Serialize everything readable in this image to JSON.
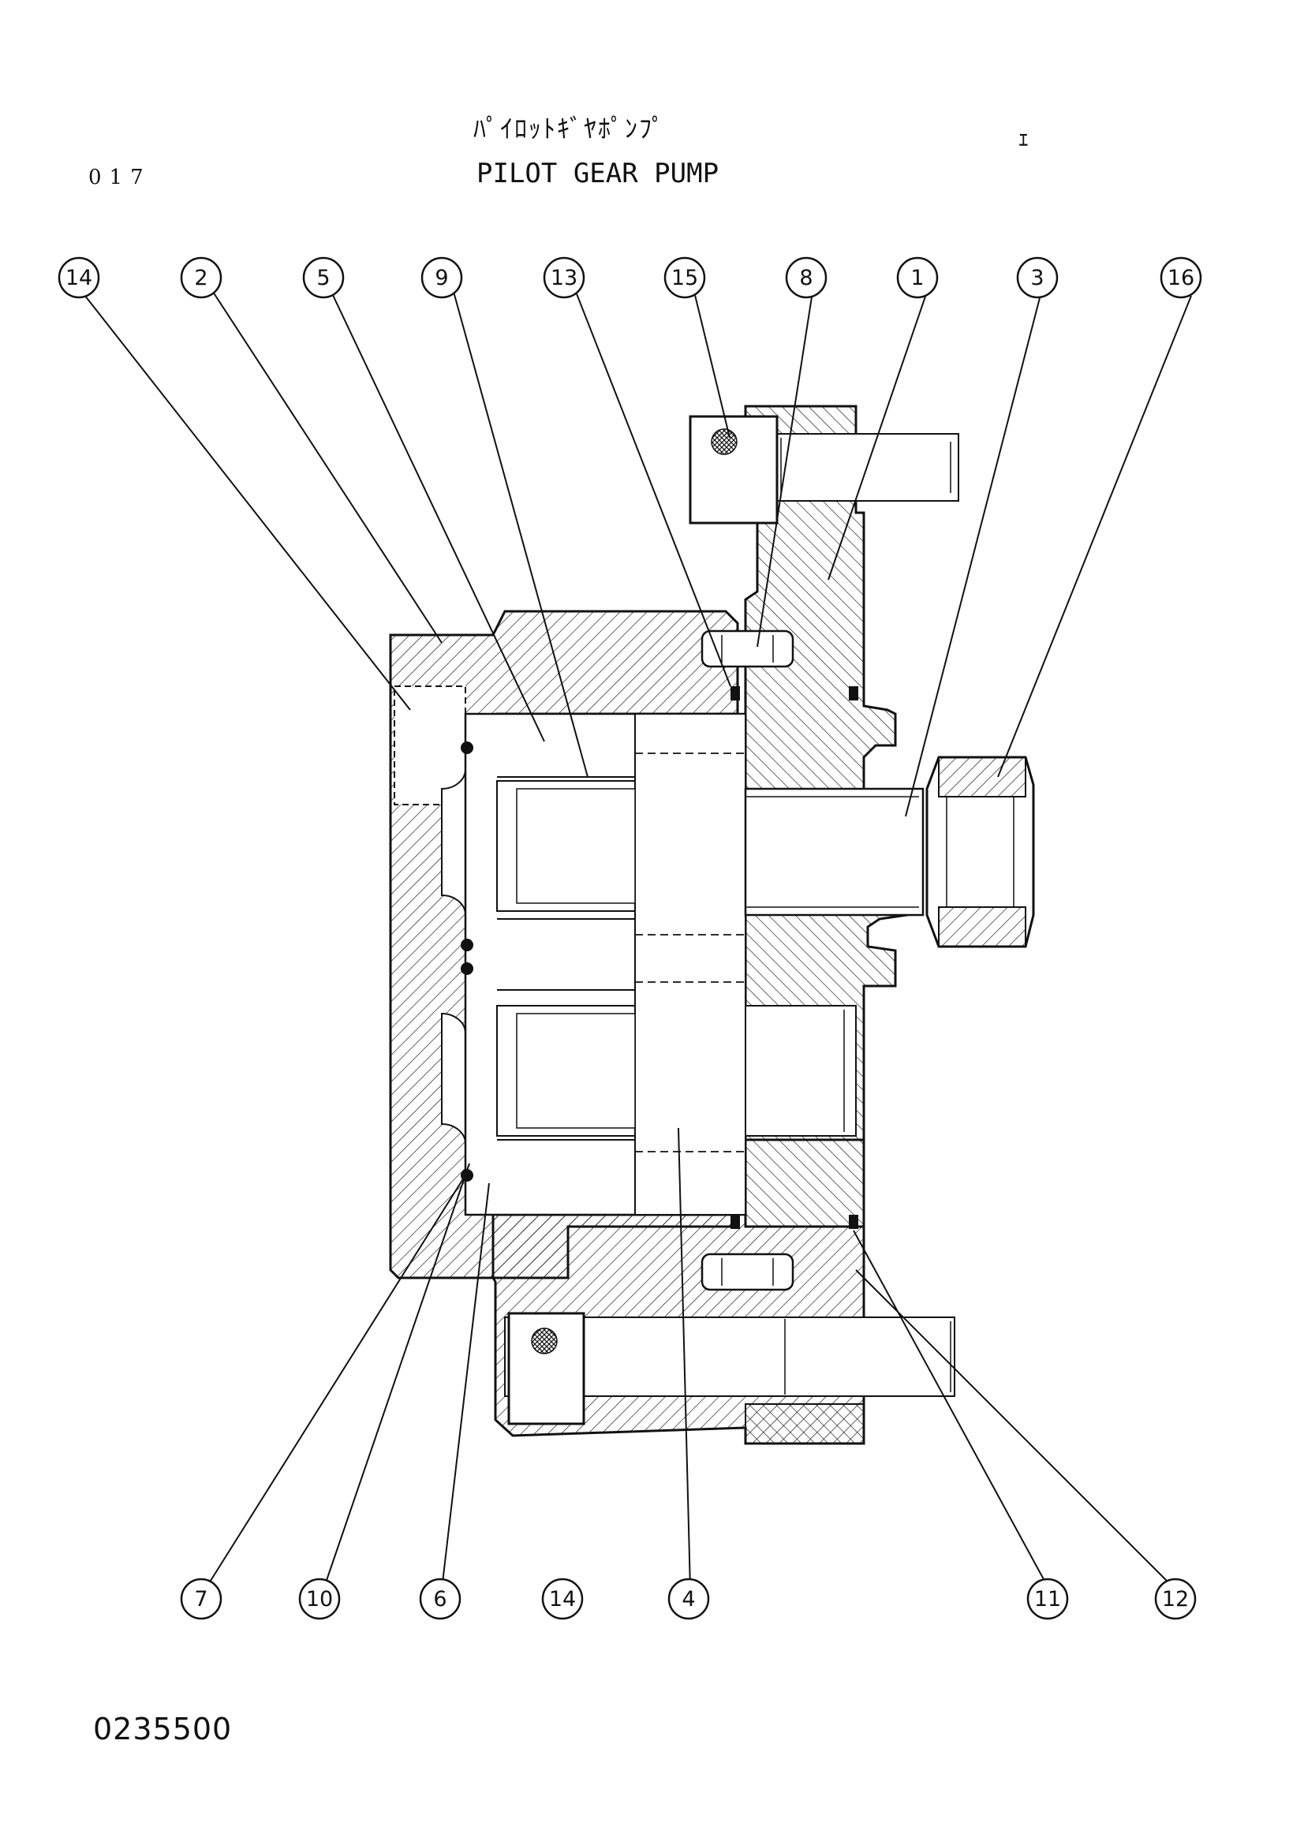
{
  "header": {
    "page_number": "017",
    "title_jp": "ﾊﾟｲﾛｯﾄｷﾞﾔﾎﾟﾝﾌﾟ",
    "title_en": "PILOT GEAR PUMP",
    "corner_mark": "ｪ"
  },
  "footer": {
    "drawing_number": "0235500"
  },
  "callouts_top": [
    "14",
    "2",
    "5",
    "9",
    "13",
    "15",
    "8",
    "1",
    "3",
    "16"
  ],
  "callouts_bottom": [
    "7",
    "10",
    "6",
    "14",
    "4",
    "11",
    "12"
  ]
}
